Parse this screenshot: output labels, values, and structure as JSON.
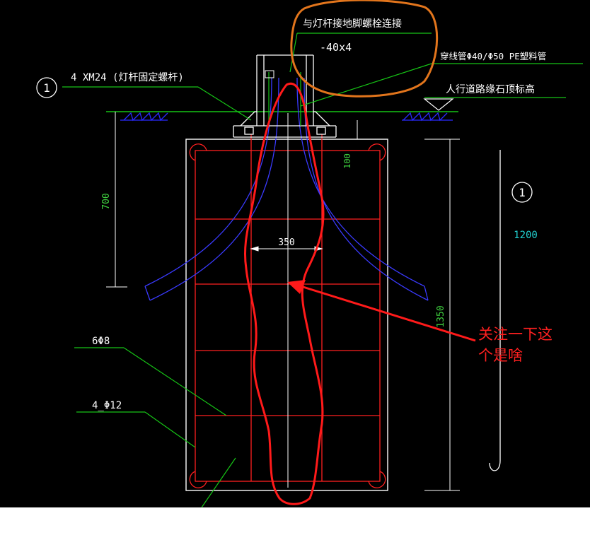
{
  "colors": {
    "background": "#000000",
    "page": "#ffffff",
    "cad_text": "#ffffff",
    "leader": "#16c416",
    "dim_text_green": "#3fd13f",
    "dim_text_cyan": "#22d0d0",
    "rebar": "#ff2020",
    "conduit": "#3a3aff",
    "outline": "#ffffff",
    "hatch": "#2a2aff",
    "markup_red": "#ff1a1a",
    "markup_orange": "#e2751c"
  },
  "labels": {
    "bolt_connection": "与灯杆接地脚螺栓连接",
    "flat_steel": "-40x4",
    "conduit_spec": "穿线管Φ40/Φ50 PE塑料管",
    "anchor_bolt": "4 XM24 (灯杆固定螺杆)",
    "curb_elevation": "人行道路缘石顶标高",
    "stirrup": "6Φ8",
    "main_bar": "4_Φ12"
  },
  "markers": {
    "left_section": "1",
    "right_section": "1"
  },
  "dimensions": {
    "depth_700": "700",
    "height_100": "100",
    "width_350": "350",
    "height_1350": "1350",
    "length_1200": "1200"
  },
  "annotation": {
    "note_line1": "关注一下这",
    "note_line2": "个是啥"
  },
  "icons": {
    "circle_marker": "section-circle-icon",
    "elevation": "elevation-triangle-icon",
    "ground": "ground-hatch-icon"
  }
}
